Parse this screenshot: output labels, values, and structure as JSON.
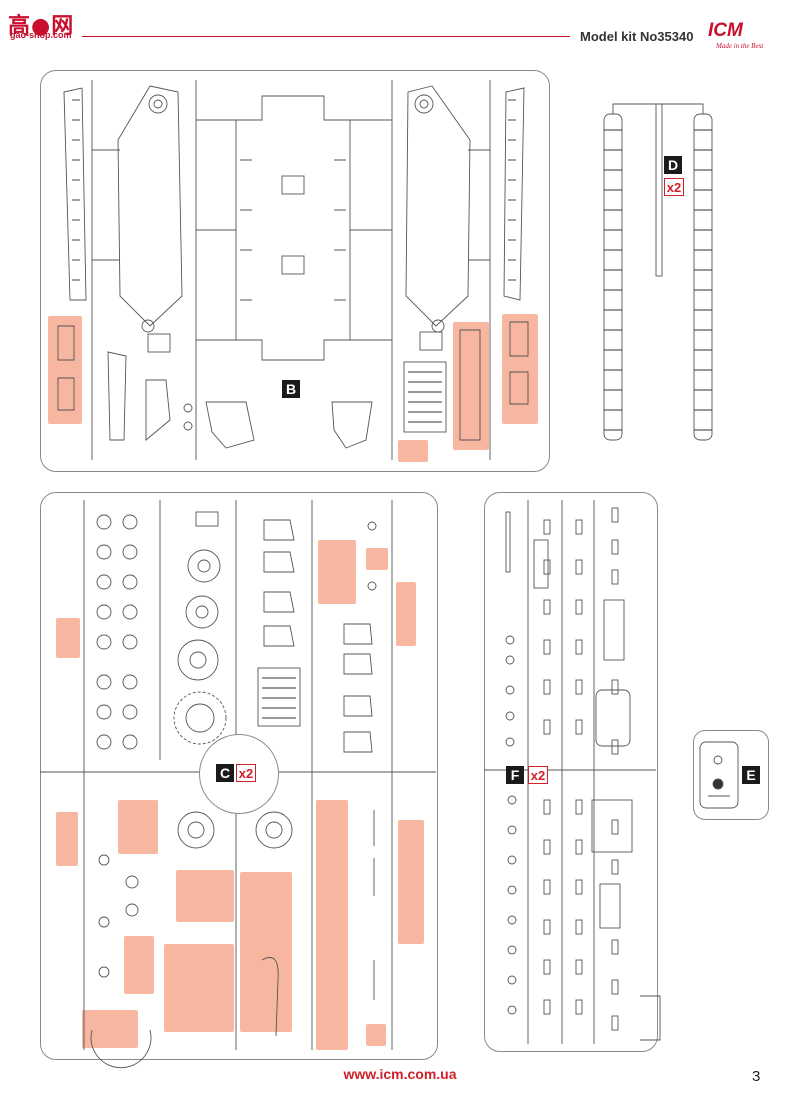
{
  "watermark": {
    "hanzi": "高●网",
    "url": "gao-shop.com"
  },
  "header": {
    "title": "Model kit No35340",
    "brand": "ICM",
    "tagline": "Made in the Best"
  },
  "sprues": {
    "B": {
      "letter": "B"
    },
    "C": {
      "letter": "C",
      "multiplier": "x2"
    },
    "D": {
      "letter": "D",
      "multiplier": "x2"
    },
    "E": {
      "letter": "E"
    },
    "F": {
      "letter": "F",
      "multiplier": "x2"
    }
  },
  "footer": {
    "url": "www.icm.com.ua",
    "page_number": "3"
  },
  "colors": {
    "accent": "#c8102e",
    "highlight": "#f5a98f",
    "frame": "#8a8a8a"
  }
}
